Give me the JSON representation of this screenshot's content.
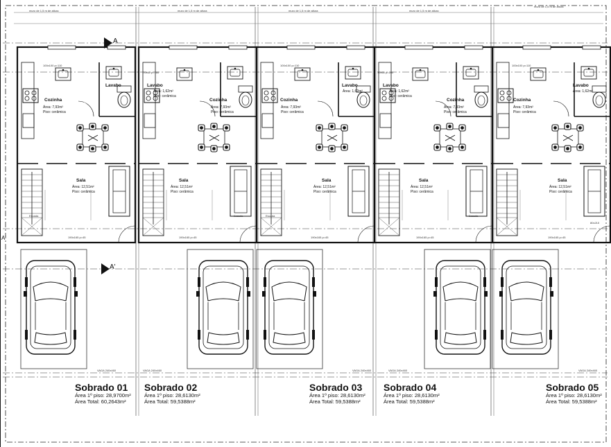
{
  "plan": {
    "wall_label": "muro de 1,5 m de altura",
    "section_marker_top": "A",
    "section_marker_bottom": "A'",
    "section_marker_left": "A'",
    "rooms": {
      "cozinha": {
        "name": "Cozinha",
        "area": "Área: 7,93m²",
        "floor": "Piso: cerâmica"
      },
      "lavabo": {
        "name": "Lavabo",
        "area": "Área: 1,62m²",
        "floor": "Piso: cerâmica"
      },
      "sala": {
        "name": "Sala",
        "area": "Área: 12,51m²",
        "floor": "Piso: cerâmica"
      },
      "escada": {
        "name": "Escada"
      }
    },
    "window_label": "100x100 p=110",
    "window_small": "70x60 p=160",
    "door_label": "190x165 p=45",
    "door_side": "80x210",
    "parking_label": "VAGA 240x460",
    "units": [
      {
        "title": "Sobrado 01",
        "floor1": "Área 1º piso: 28,9700m²",
        "total": "Área Total: 60,2643m²"
      },
      {
        "title": "Sobrado 02",
        "floor1": "Área 1º piso: 28,6130m²",
        "total": "Área Total: 59,5388m²"
      },
      {
        "title": "Sobrado 03",
        "floor1": "Área 1º piso: 28,6130m²",
        "total": "Área Total: 59,5388m²"
      },
      {
        "title": "Sobrado 04",
        "floor1": "Área 1º piso: 28,6130m²",
        "total": "Área Total: 59,5388m²"
      },
      {
        "title": "Sobrado 05",
        "floor1": "Área 1º piso: 28,6130m²",
        "total": "Área Total: 59,5388m²"
      }
    ]
  }
}
